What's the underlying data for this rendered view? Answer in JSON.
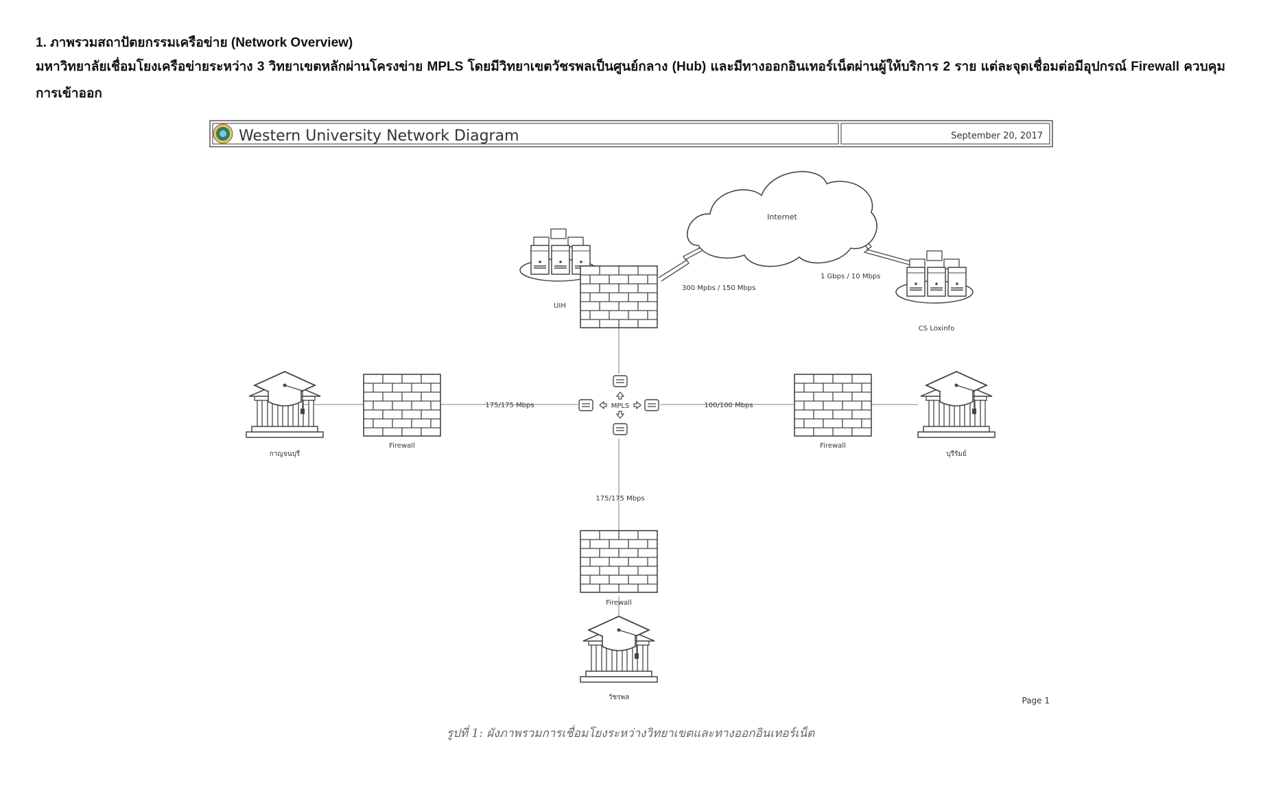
{
  "document": {
    "heading": "1. ภาพรวมสถาปัตยกรรมเครือข่าย (Network Overview)",
    "paragraph": "มหาวิทยาลัยเชื่อมโยงเครือข่ายระหว่าง 3 วิทยาเขตหลักผ่านโครงข่าย MPLS โดยมีวิทยาเขตวัชรพลเป็นศูนย์กลาง (Hub) และมีทางออกอินเทอร์เน็ตผ่านผู้ให้บริการ 2 ราย แต่ละจุดเชื่อมต่อมีอุปกรณ์ Firewall ควบคุมการเข้าออก",
    "caption": "รูปที่ 1: ผังภาพรวมการเชื่อมโยงระหว่างวิทยาเขตและทางออกอินเทอร์เน็ต"
  },
  "diagram": {
    "title": "Western University Network Diagram",
    "date": "September 20, 2017",
    "page": "Page 1",
    "internet": "Internet",
    "mpls": "MPLS",
    "isp_left": "UIH",
    "isp_right": "CS Loxinfo",
    "link_uih": "300 Mpbs / 150 Mbps",
    "link_loxinfo": "1 Gbps / 10 Mbps",
    "link_left": "175/175 Mbps",
    "link_right": "100/100 Mbps",
    "link_bottom": "175/175 Mbps",
    "firewall_left": "Firewall",
    "firewall_right": "Firewall",
    "firewall_bottom": "Firewall",
    "campus_left": "กาญจนบุรี",
    "campus_right": "บุรีรัมย์",
    "campus_bottom": "วัชรพล",
    "icons": [
      "university-logo-icon",
      "cloud-icon",
      "server-cluster-icon",
      "firewall-icon",
      "campus-building-icon",
      "router-icon"
    ]
  }
}
